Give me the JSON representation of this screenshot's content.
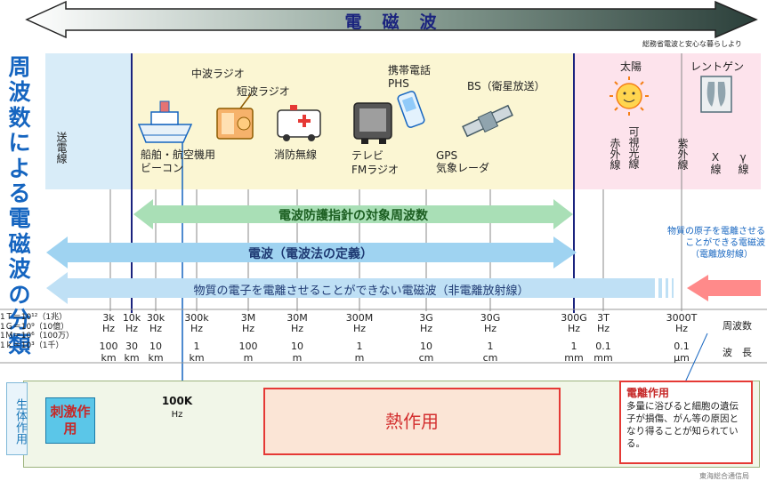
{
  "header": {
    "title": "電　磁　波",
    "source_note": "総務省電波と安心な暮らしより"
  },
  "side_title": [
    "周",
    "波",
    "数",
    "に",
    "よ",
    "る",
    "電",
    "磁",
    "波",
    "の",
    "分",
    "類"
  ],
  "bands": {
    "transmission": "送電線",
    "medium_wave_radio": "中波ラジオ",
    "short_wave_radio": "短波ラジオ",
    "mobile_phone": "携帯電話",
    "phs": "PHS",
    "bs": "BS（衛星放送）",
    "ship_aircraft": "船舶・航空機用",
    "beacon": "ビーコン",
    "fire_radio": "消防無線",
    "tv": "テレビ",
    "fm": "FMラジオ",
    "gps": "GPS",
    "weather_radar": "気象レーダ",
    "sun": "太陽",
    "xray_label": "レントゲン",
    "infrared": "赤外線",
    "visible": "可視光線",
    "ultraviolet": "紫外線",
    "x_ray": "X線",
    "gamma": "γ線"
  },
  "arrows": {
    "guideline": "電波防護指針の対象周波数",
    "radio_definition": "電波（電波法の定義）",
    "non_ionizing": "物質の電子を電離させることができない電磁波（非電離放射線）",
    "ionizing_note": [
      "物質の原子を電離させる",
      "ことができる電磁波",
      "（電離放射線）"
    ]
  },
  "unit_notes": [
    "1Ｔ＝10¹²（1兆）",
    "1Ｇ＝10⁹（10億）",
    "1Ｍ＝10⁶（100万）",
    "1ｋ＝10³（1千）"
  ],
  "frequencies": [
    {
      "value": "3k",
      "unit": "Hz",
      "wavelength": "100",
      "wunit": "km"
    },
    {
      "value": "10k",
      "unit": "Hz",
      "wavelength": "30",
      "wunit": "km"
    },
    {
      "value": "30k",
      "unit": "Hz",
      "wavelength": "10",
      "wunit": "km"
    },
    {
      "value": "300k",
      "unit": "Hz",
      "wavelength": "1",
      "wunit": "km"
    },
    {
      "value": "3M",
      "unit": "Hz",
      "wavelength": "100",
      "wunit": "m"
    },
    {
      "value": "30M",
      "unit": "Hz",
      "wavelength": "10",
      "wunit": "m"
    },
    {
      "value": "300M",
      "unit": "Hz",
      "wavelength": "1",
      "wunit": "m"
    },
    {
      "value": "3G",
      "unit": "Hz",
      "wavelength": "10",
      "wunit": "cm"
    },
    {
      "value": "30G",
      "unit": "Hz",
      "wavelength": "1",
      "wunit": "cm"
    },
    {
      "value": "300G",
      "unit": "Hz",
      "wavelength": "1",
      "wunit": "mm"
    },
    {
      "value": "3T",
      "unit": "Hz",
      "wavelength": "0.1",
      "wunit": "mm"
    },
    {
      "value": "3000T",
      "unit": "Hz",
      "wavelength": "0.1",
      "wunit": "μm"
    }
  ],
  "axis_labels": {
    "frequency": "周波数",
    "wavelength": "波　長"
  },
  "bio": {
    "label": "生体作用",
    "stimulation": "刺激作用",
    "boundary_value": "100K",
    "boundary_unit": "Hz",
    "thermal": "熱作用",
    "ionization_title": "電離作用",
    "ionization_desc": "多量に浴びると細胞の遺伝子が損傷、がん等の原因となり得ることが知られている。"
  },
  "footer": "東海総合通信局",
  "colors": {
    "radio_zone": "#fbf6d3",
    "low_zone": "#d8ecf8",
    "optical_zone": "#fde3ec",
    "guideline_arrow": "#a9dfb6",
    "radio_arrow": "#9fd3f1",
    "non_ion_arrow": "#bfe0f5",
    "ion_arrow": "#ff8a8a"
  }
}
